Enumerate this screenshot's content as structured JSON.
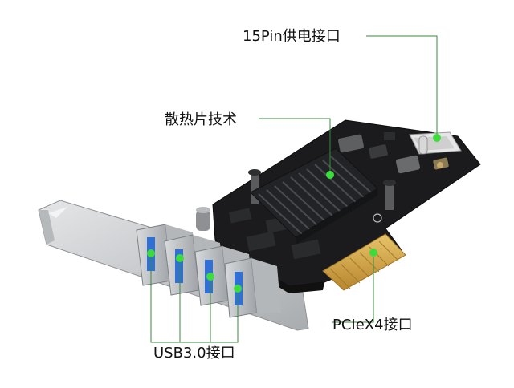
{
  "callouts": {
    "power_port": "15Pin供电接口",
    "heatsink": "散热片技术",
    "pcie_port": "PCIeX4接口",
    "usb_ports": "USB3.0接口"
  },
  "colors": {
    "pcb": "#1b1b1d",
    "heatsink": "#222326",
    "gold_finger": "#d4a848",
    "bracket": "#c9cbcd",
    "usb_tongue": "#2f6fd6",
    "marker": "#3ddc3d",
    "leader_line": "#3a8a3a"
  }
}
